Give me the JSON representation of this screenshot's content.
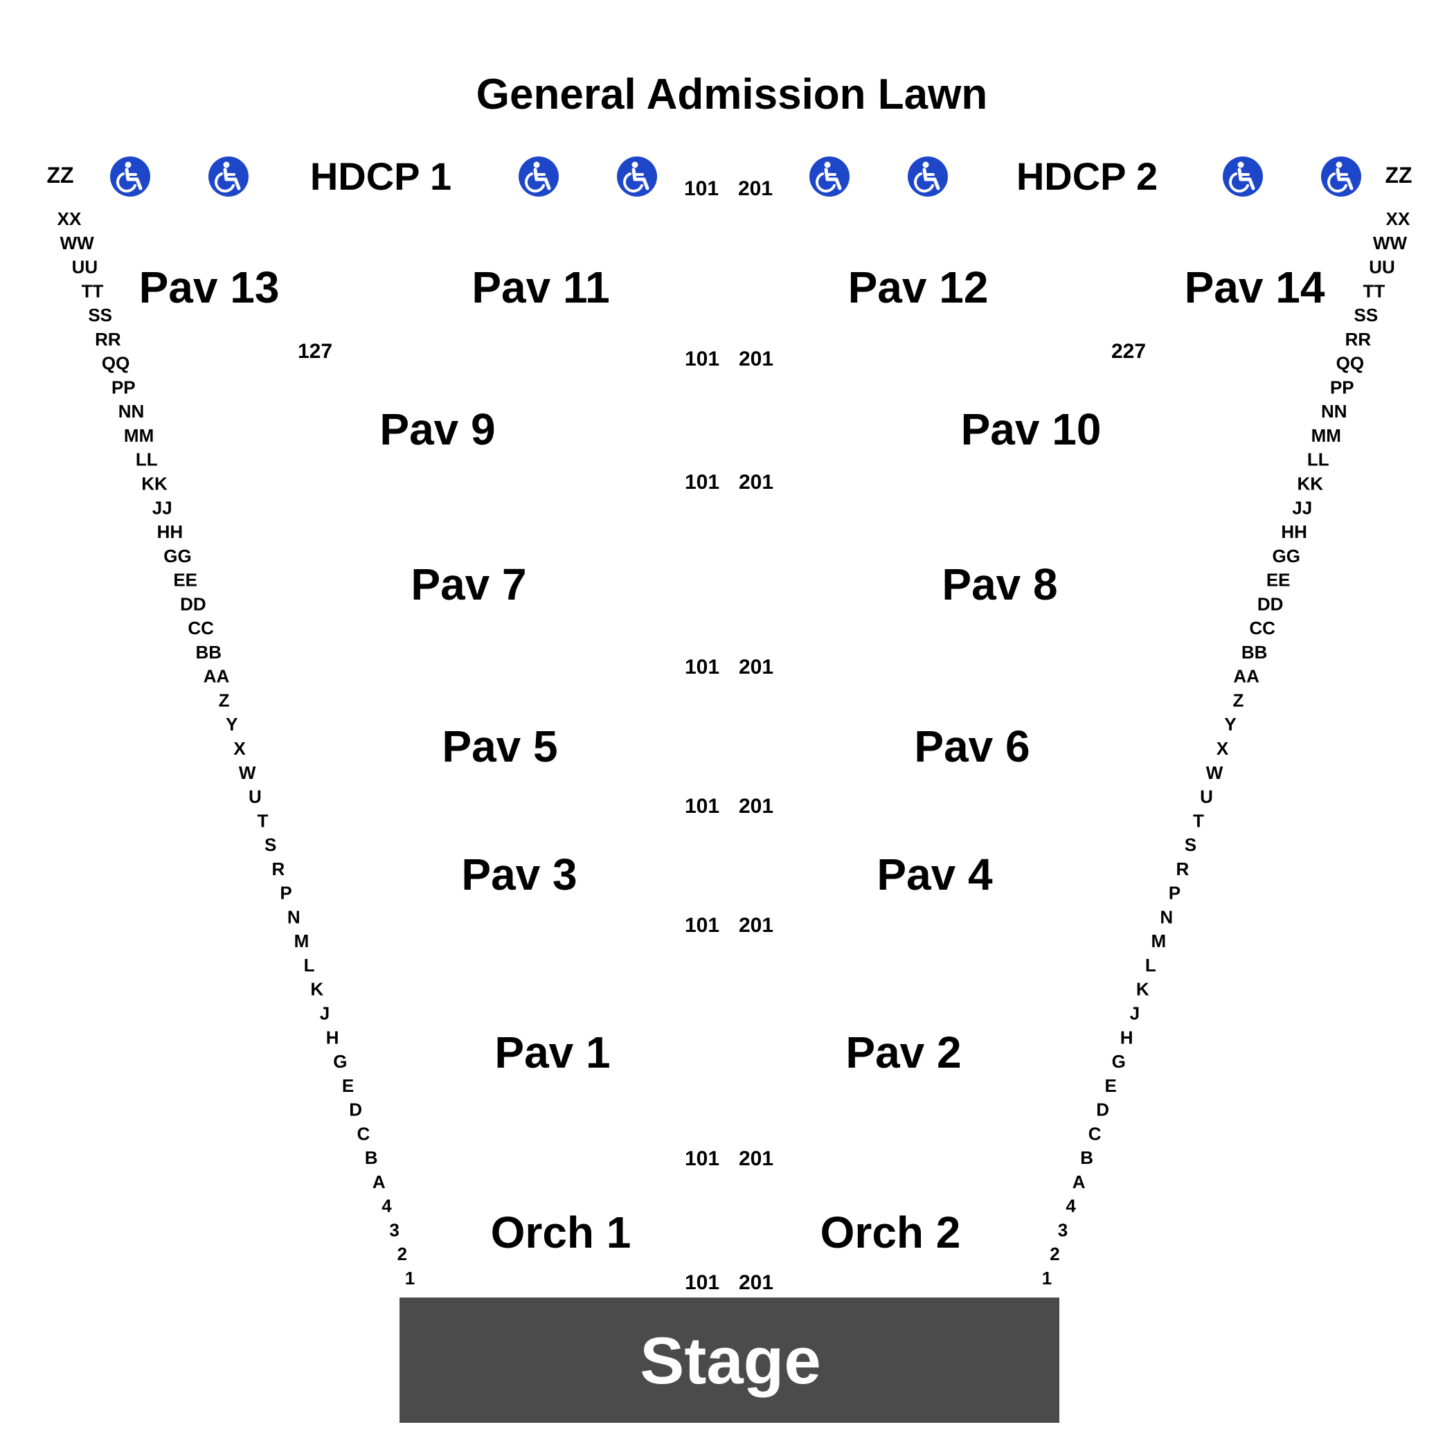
{
  "title": "General Admission Lawn",
  "stage_label": "Stage",
  "colors": {
    "stage": "#4b4b4b",
    "accessible_icon_bg": "#1d46c9",
    "text": "#000000",
    "stage_text": "#ffffff"
  },
  "icons": {
    "accessible": "wheelchair-icon"
  },
  "hdcp": [
    "HDCP 1",
    "HDCP 2"
  ],
  "sections": {
    "pav_13": "Pav 13",
    "pav_11": "Pav 11",
    "pav_12": "Pav 12",
    "pav_14": "Pav 14",
    "pav_9": "Pav 9",
    "pav_10": "Pav 10",
    "pav_7": "Pav 7",
    "pav_8": "Pav 8",
    "pav_5": "Pav 5",
    "pav_6": "Pav 6",
    "pav_3": "Pav 3",
    "pav_4": "Pav 4",
    "pav_1": "Pav 1",
    "pav_2": "Pav 2",
    "orch_1": "Orch 1",
    "orch_2": "Orch 2"
  },
  "seat_labels": {
    "left": "101",
    "right": "201",
    "pav_13_end": "127",
    "pav_14_end": "227"
  },
  "top_row": "ZZ",
  "rows": [
    "XX",
    "WW",
    "UU",
    "TT",
    "SS",
    "RR",
    "QQ",
    "PP",
    "NN",
    "MM",
    "LL",
    "KK",
    "JJ",
    "HH",
    "GG",
    "EE",
    "DD",
    "CC",
    "BB",
    "AA",
    "Z",
    "Y",
    "X",
    "W",
    "U",
    "T",
    "S",
    "R",
    "P",
    "N",
    "M",
    "L",
    "K",
    "J",
    "H",
    "G",
    "E",
    "D",
    "C",
    "B",
    "A",
    "4",
    "3",
    "2",
    "1"
  ]
}
